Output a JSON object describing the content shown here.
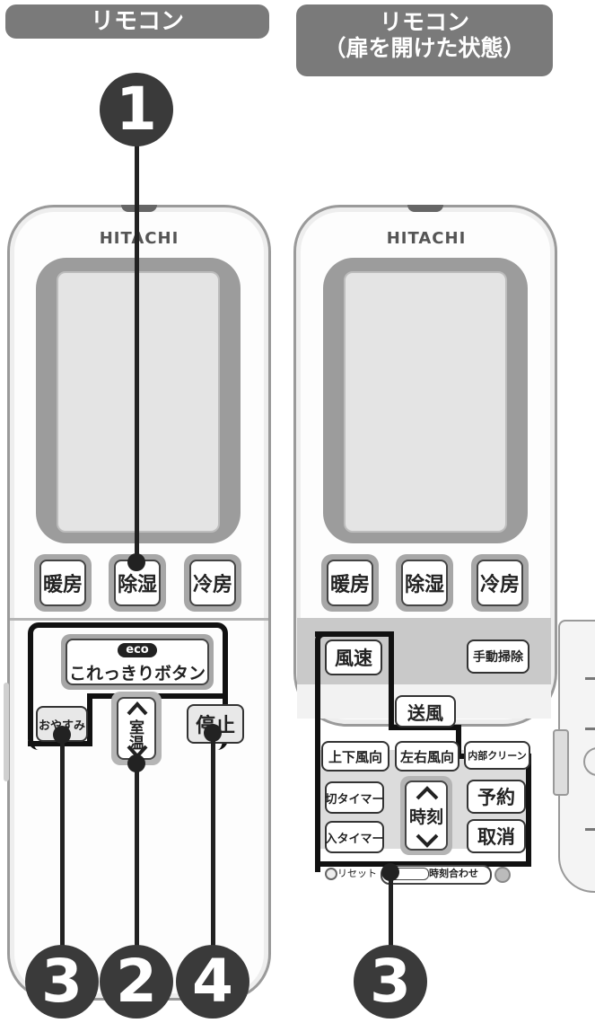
{
  "left_header": "リモコン",
  "right_header": {
    "line1": "リモコン",
    "line2": "（扉を開けた状態）"
  },
  "brand": "HITACHI",
  "markers": {
    "m1": "1",
    "m2": "2",
    "m3": "3",
    "m4": "4",
    "m3_right": "3"
  },
  "mode_buttons": {
    "heat": "暖房",
    "dry": "除湿",
    "cool": "冷房"
  },
  "left_remote": {
    "eco_badge": "eco",
    "eco_label": "これっきりボタン",
    "sleep": "おやすみ",
    "temp": "室温",
    "stop": "停止"
  },
  "right_remote": {
    "fan_speed": "風速",
    "manual_clean": "手動掃除",
    "blow": "送風",
    "vertical_dir": "上下風向",
    "horizontal_dir": "左右風向",
    "inner_clean": "内部クリーン",
    "off_timer": "切タイマー",
    "on_timer": "入タイマー",
    "time": "時刻",
    "reserve": "予約",
    "cancel": "取消",
    "reset": "リセット",
    "clock_set": "時刻合わせ"
  },
  "colors": {
    "marker": "#3a3a3a",
    "header": "#7a7a7a",
    "screen_frame": "#9c9c9c"
  }
}
